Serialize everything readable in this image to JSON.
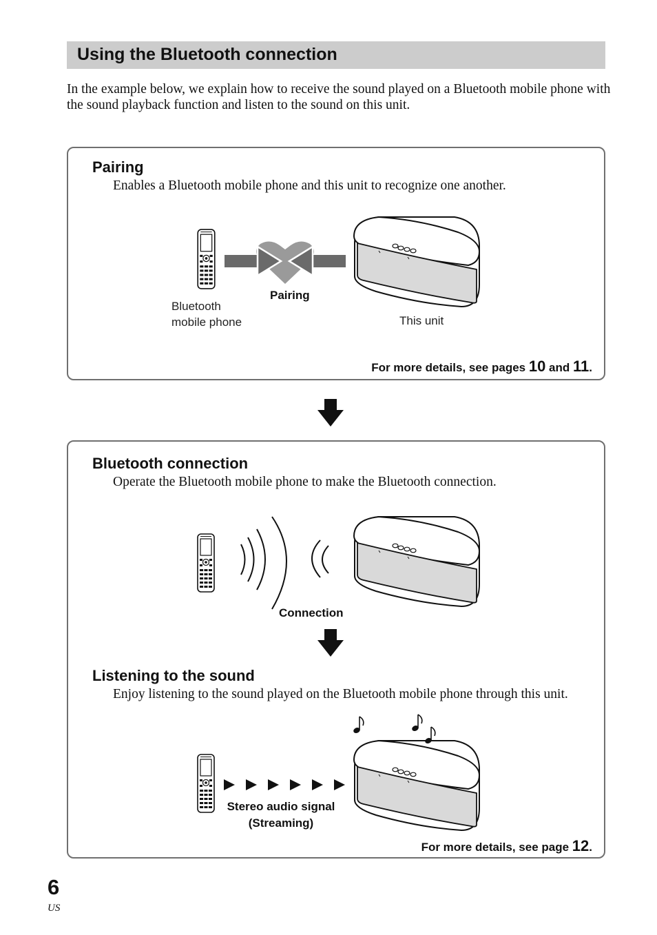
{
  "header": {
    "title": "Using the Bluetooth connection"
  },
  "intro": "In the example below, we explain how to receive the sound played on a Bluetooth mobile phone with the sound playback function and listen to the sound on this unit.",
  "pairing": {
    "heading": "Pairing",
    "description": "Enables a Bluetooth mobile phone and this unit to recognize one another.",
    "phone_label_line1": "Bluetooth",
    "phone_label_line2": "mobile phone",
    "pairing_label": "Pairing",
    "unit_label": "This unit",
    "more_prefix": "For more details, see pages ",
    "more_page_a": "10",
    "more_and": " and ",
    "more_page_b": "11",
    "more_suffix": "."
  },
  "connection": {
    "heading": "Bluetooth connection",
    "description": "Operate the Bluetooth mobile phone to make the Bluetooth connection.",
    "connection_label": "Connection"
  },
  "listening": {
    "heading": "Listening to the sound",
    "description": "Enjoy listening to the sound played on the Bluetooth mobile phone through this unit.",
    "signal_label_line1": "Stereo audio signal",
    "signal_label_line2": "(Streaming)",
    "more_prefix": "For more details, see page ",
    "more_page": "12",
    "more_suffix": "."
  },
  "footer": {
    "page_number": "6",
    "region": "US"
  },
  "colors": {
    "header_bg": "#cccccc",
    "box_border": "#6f6f6f",
    "arrow_gray": "#6a6a6a",
    "heart_gray": "#9a9a9a",
    "speaker_grille": "#d9d9d9"
  },
  "icons": [
    "mobile-phone-icon",
    "speaker-icon",
    "heart-icon",
    "arrow-icon",
    "signal-wave-icon",
    "music-note-icon",
    "play-triangle-icon"
  ]
}
